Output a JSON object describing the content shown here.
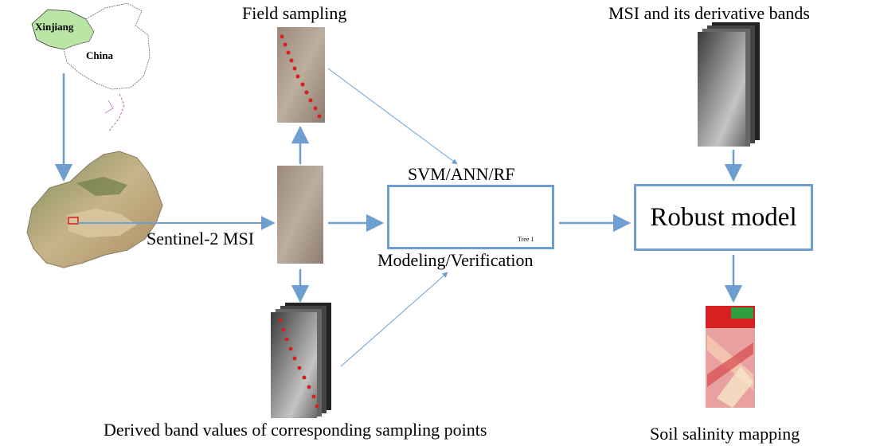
{
  "labels": {
    "field_sampling": "Field sampling",
    "msi_bands": "MSI and its derivative bands",
    "sentinel": "Sentinel-2 MSI",
    "algorithms": "SVM/ANN/RF",
    "modeling": "Modeling/Verification",
    "robust_model": "Robust model",
    "derived_values": "Derived band values of corresponding sampling points",
    "soil_mapping": "Soil salinity mapping",
    "xinjiang": "Xinjiang",
    "china": "China",
    "tree": "Tree 1"
  },
  "colors": {
    "arrow": "#6f9fd0",
    "box_border": "#6f9fd0",
    "sample_point": "#d62020",
    "map_green": "#b9e6a4"
  }
}
